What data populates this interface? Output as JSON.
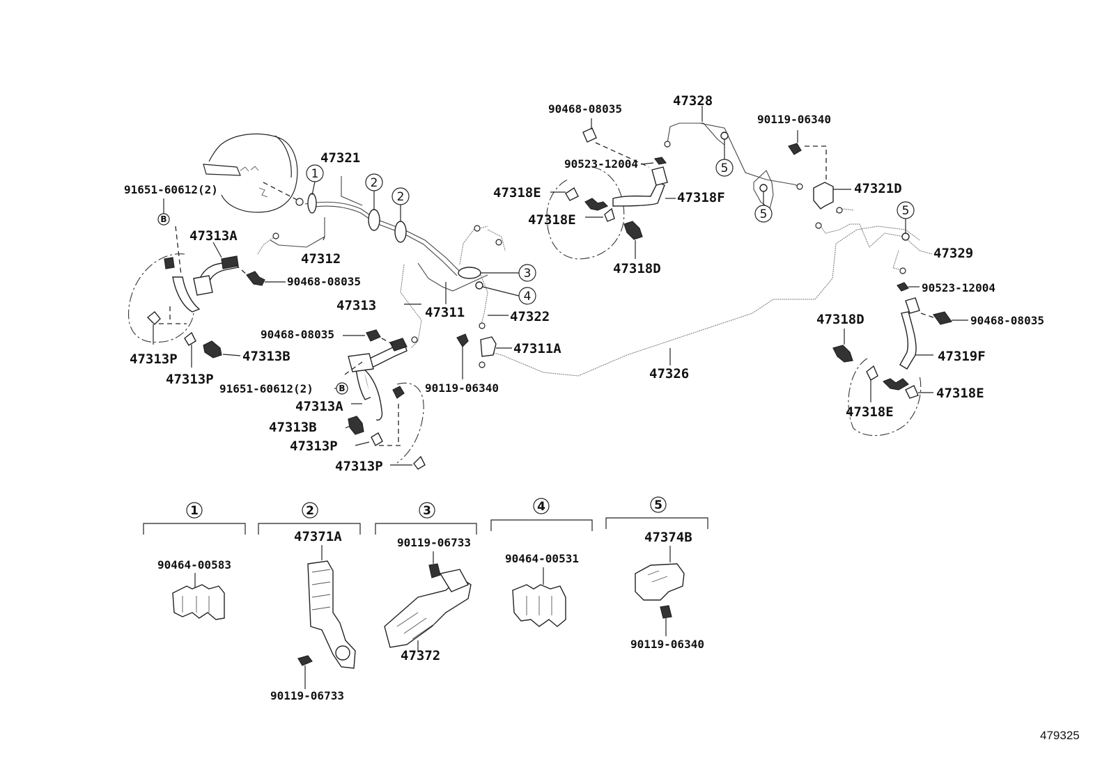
{
  "figure_id": "479325",
  "labels": {
    "p47321": "47321",
    "p91651_a": "91651-60612(2)",
    "p47313A_a": "47313A",
    "p47312": "47312",
    "p90468_a": "90468-08035",
    "p47313": "47313",
    "p47311": "47311",
    "p47313P_a": "47313P",
    "p47313P_b": "47313P",
    "p47313B_a": "47313B",
    "p90468_b": "90468-08035",
    "p91651_b": "91651-60612(2)",
    "p47313A_b": "47313A",
    "p47313B_b": "47313B",
    "p47313P_c": "47313P",
    "p47313P_d": "47313P",
    "p90119_a": "90119-06340",
    "p47311A": "47311A",
    "p47322": "47322",
    "p90468_c": "90468-08035",
    "p90523_a": "90523-12004",
    "p47318E_a": "47318E",
    "p47318E_b": "47318E",
    "p47318F": "47318F",
    "p47318D_a": "47318D",
    "p47328": "47328",
    "p90119_b": "90119-06340",
    "p47321D": "47321D",
    "p47329": "47329",
    "p90523_b": "90523-12004",
    "p90468_d": "90468-08035",
    "p47318D_b": "47318D",
    "p47319F": "47319F",
    "p47318E_c": "47318E",
    "p47318E_d": "47318E",
    "p47326": "47326"
  },
  "callouts": {
    "c1": "1",
    "c2a": "2",
    "c2b": "2",
    "c3": "3",
    "c4": "4",
    "c5a": "5",
    "c5b": "5",
    "c5c": "5",
    "ba": "B",
    "bb": "B"
  },
  "groups": [
    {
      "num": "1",
      "parts": [
        "90464-00583"
      ]
    },
    {
      "num": "2",
      "parts": [
        "47371A",
        "90119-06733"
      ]
    },
    {
      "num": "3",
      "parts": [
        "90119-06733",
        "47372"
      ]
    },
    {
      "num": "4",
      "parts": [
        "90464-00531"
      ]
    },
    {
      "num": "5",
      "parts": [
        "47374B",
        "90119-06340"
      ]
    }
  ]
}
